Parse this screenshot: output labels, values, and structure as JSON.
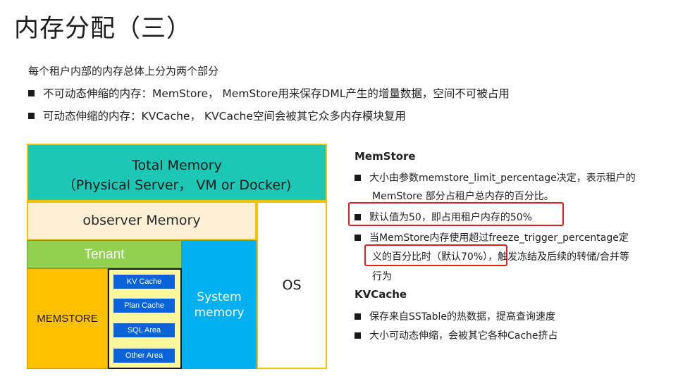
{
  "title": "内存分配（三）",
  "intro": "每个租户内部的内存总体上分为两个部分",
  "bullets": [
    "不可动态伸缩的内存：MemStore， MemStore用来保存DML产生的增量数据，空间不可被占用",
    "可动态伸缩的内存：KVCache， KVCache空间会被其它众多内存模块复用"
  ],
  "diagram": {
    "total_line1": "Total Memory",
    "total_line2": "（Physical Server， VM or Docker)",
    "observer": "observer Memory",
    "os": "OS",
    "tenant": "Tenant",
    "memstore": "MEMSTORE",
    "caches": [
      "KV Cache",
      "Plan Cache",
      "SQL Area",
      "Other Area"
    ],
    "system_line1": "System",
    "system_line2": "memory"
  },
  "right_panel": {
    "memstore_heading": "MemStore",
    "memstore_bullet1_line1": "大小由参数memstore_limit_percentage决定，表示租户的",
    "memstore_bullet1_line2": "MemStore 部分占租户总内存的百分比。",
    "memstore_bullet2": "默认值为50，即占用租户内存的50%",
    "memstore_bullet3_line1": "当MemStore内存使用超过freeze_trigger_percentage定",
    "memstore_bullet3_line2a": "义的百分比时（默认70%），",
    "memstore_bullet3_line2b": "触发冻结及后续的转储/合并等",
    "memstore_bullet3_line3": "行为",
    "kvcache_heading": "KVCache",
    "kvcache_bullet1": "保存来自SSTable的热数据，提高查询速度",
    "kvcache_bullet2": "大小可动态伸缩，会被其它各种Cache挤占"
  },
  "colors": {
    "total": "#1cc7b6",
    "observer": "#fdf0d5",
    "tenant": "#92d050",
    "memstore": "#ffc000",
    "cache_column": "#fbf79a",
    "cache_button": "#0a63d8",
    "system_memory": "#00b0f0",
    "highlight": "#e02020"
  }
}
